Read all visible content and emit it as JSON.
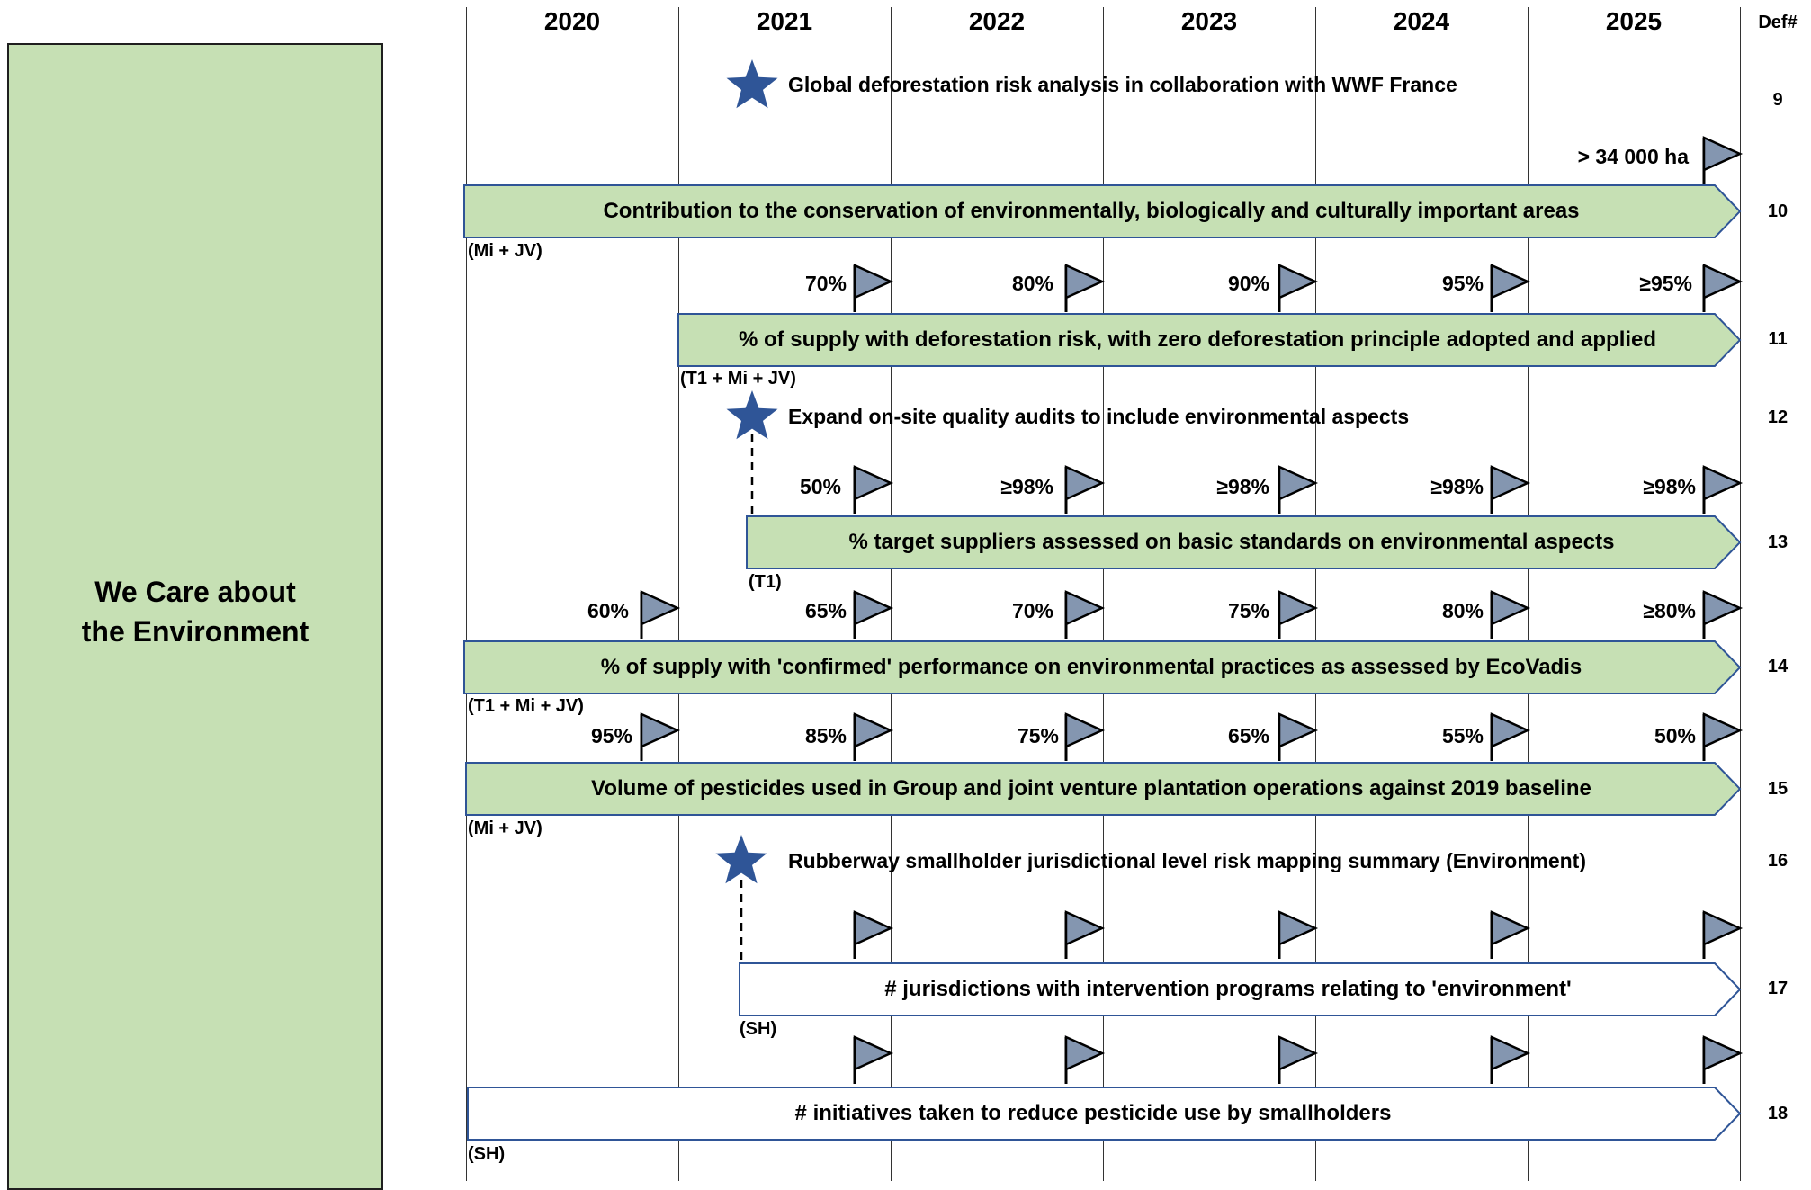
{
  "header": {
    "years": [
      "2020",
      "2021",
      "2022",
      "2023",
      "2024",
      "2025"
    ],
    "def_label": "Def#"
  },
  "pillar": {
    "title": "We Care about\nthe Environment",
    "color": "#c6e0b4"
  },
  "colors": {
    "arrow_green": "#c6e0b4",
    "arrow_border": "#2f5597",
    "star": "#2f5597",
    "flag": "#8496b0"
  },
  "rows": [
    {
      "kind": "star",
      "year": "2021",
      "text": "Global deforestation risk analysis in collaboration with WWF France",
      "def": "9",
      "icon": "star-icon"
    },
    {
      "kind": "arrow",
      "label": "Contribution to the conservation of environmentally, biologically and culturally important areas",
      "start_year": "2020",
      "fill": "green",
      "scope": "(Mi + JV)",
      "def": "10",
      "targets": [
        {
          "year": "2025",
          "value": "> 34 000 ha"
        }
      ]
    },
    {
      "kind": "arrow",
      "label": "% of supply with deforestation risk, with zero deforestation principle adopted and applied",
      "start_year": "2021",
      "fill": "green",
      "scope": "(T1 + Mi + JV)",
      "def": "11",
      "targets": [
        {
          "year": "2021",
          "value": "70%"
        },
        {
          "year": "2022",
          "value": "80%"
        },
        {
          "year": "2023",
          "value": "90%"
        },
        {
          "year": "2024",
          "value": "95%"
        },
        {
          "year": "2025",
          "value": "≥95%"
        }
      ]
    },
    {
      "kind": "star",
      "year": "2021",
      "text": "Expand on-site quality audits to include environmental aspects",
      "def": "12",
      "icon": "star-icon"
    },
    {
      "kind": "arrow",
      "label": "% target suppliers assessed on basic standards on environmental aspects",
      "start_year": "2021",
      "fill": "green",
      "scope": "(T1)",
      "def": "13",
      "targets": [
        {
          "year": "2021",
          "value": "50%"
        },
        {
          "year": "2022",
          "value": "≥98%"
        },
        {
          "year": "2023",
          "value": "≥98%"
        },
        {
          "year": "2024",
          "value": "≥98%"
        },
        {
          "year": "2025",
          "value": "≥98%"
        }
      ]
    },
    {
      "kind": "arrow",
      "label": "% of supply with 'confirmed' performance on environmental practices as assessed by EcoVadis",
      "start_year": "2020",
      "fill": "green",
      "scope": "(T1 + Mi + JV)",
      "def": "14",
      "targets": [
        {
          "year": "2020",
          "value": "60%"
        },
        {
          "year": "2021",
          "value": "65%"
        },
        {
          "year": "2022",
          "value": "70%"
        },
        {
          "year": "2023",
          "value": "75%"
        },
        {
          "year": "2024",
          "value": "80%"
        },
        {
          "year": "2025",
          "value": "≥80%"
        }
      ]
    },
    {
      "kind": "arrow",
      "label": "Volume of pesticides used in Group and joint venture plantation operations against 2019 baseline",
      "start_year": "2020",
      "fill": "green",
      "scope": "(Mi + JV)",
      "def": "15",
      "targets": [
        {
          "year": "2020",
          "value": "95%"
        },
        {
          "year": "2021",
          "value": "85%"
        },
        {
          "year": "2022",
          "value": "75%"
        },
        {
          "year": "2023",
          "value": "65%"
        },
        {
          "year": "2024",
          "value": "55%"
        },
        {
          "year": "2025",
          "value": "50%"
        }
      ]
    },
    {
      "kind": "star",
      "year": "2021",
      "text": "Rubberway smallholder jurisdictional level risk mapping summary (Environment)",
      "def": "16",
      "icon": "star-icon"
    },
    {
      "kind": "arrow",
      "label": "# jurisdictions with intervention programs relating to 'environment'",
      "start_year": "2021",
      "fill": "white",
      "scope": "(SH)",
      "def": "17",
      "targets": [
        {
          "year": "2021",
          "value": ""
        },
        {
          "year": "2022",
          "value": ""
        },
        {
          "year": "2023",
          "value": ""
        },
        {
          "year": "2024",
          "value": ""
        },
        {
          "year": "2025",
          "value": ""
        }
      ]
    },
    {
      "kind": "arrow",
      "label": "# initiatives taken to reduce pesticide use by smallholders",
      "start_year": "2020",
      "fill": "white",
      "scope": "(SH)",
      "def": "18",
      "targets": [
        {
          "year": "2021",
          "value": ""
        },
        {
          "year": "2022",
          "value": ""
        },
        {
          "year": "2023",
          "value": ""
        },
        {
          "year": "2024",
          "value": ""
        },
        {
          "year": "2025",
          "value": ""
        }
      ]
    }
  ]
}
